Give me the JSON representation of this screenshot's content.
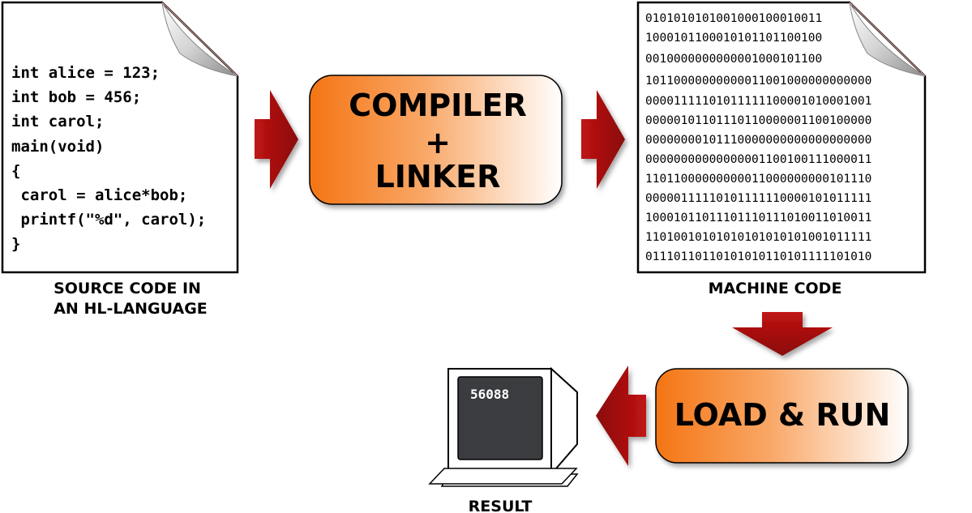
{
  "source_doc": {
    "lines": [
      "int alice = 123;",
      "int bob = 456;",
      "int carol;",
      "main(void)",
      "{",
      " carol = alice*bob;",
      " printf(\"%d\", carol);",
      "}"
    ],
    "caption_line1": "SOURCE CODE IN",
    "caption_line2": "AN HL-LANGUAGE"
  },
  "compiler_box": {
    "line1": "COMPILER",
    "line2": "+",
    "line3": "LINKER"
  },
  "machine_doc": {
    "lines": [
      "0101010101001000100010011",
      "1000101100010101101100100",
      "0010000000000001000101100",
      "10110000000000011001000000000000",
      "00001111101011111100001010001001",
      "00000101101110110000001100100000",
      "00000000101110000000000000000000",
      "00000000000000001100100111000011",
      "11011000000000011000000000101110",
      "00000111110101111110000101011111",
      "10001011011101110111010011010011",
      "11010010101010101010101001011111",
      "01110110110101010110101111101010"
    ],
    "caption": "MACHINE CODE"
  },
  "run_box": {
    "label": "LOAD & RUN"
  },
  "monitor": {
    "screen_value": "56088",
    "caption": "RESULT"
  },
  "colors": {
    "arrow": "#9b0d0d",
    "box_orange": "#f57a1a",
    "screen_dark": "#3a3a3a"
  }
}
